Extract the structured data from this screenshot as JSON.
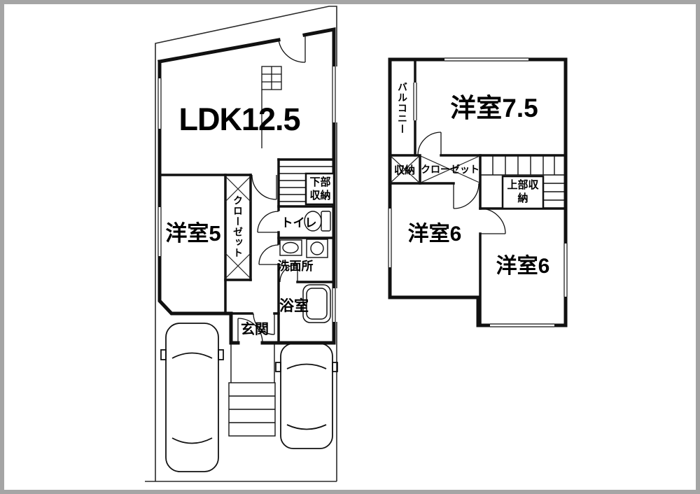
{
  "floor1": {
    "ldk_label": "LDK12.5",
    "room5_label": "洋室5",
    "closet_label": "クローゼット",
    "under_stairs_storage_label": "下部収納",
    "toilet_label": "トイレ",
    "washroom_label": "洗面所",
    "bathroom_label": "浴室",
    "entrance_label": "玄関"
  },
  "floor2": {
    "balcony_label": "バルコニー",
    "room75_label": "洋室7.5",
    "storage_label": "収納",
    "closet_label": "クローゼット",
    "upper_storage_label": "上部収納",
    "room6_left_label": "洋室6",
    "room6_right_label": "洋室6"
  },
  "icons": {
    "car": "car-outline-icon",
    "bathtub": "bathtub-icon",
    "toilet": "toilet-icon",
    "sink": "sink-icon",
    "washing_machine": "washing-machine-icon",
    "stove": "kitchen-stove-icon",
    "stairs": "stair-treads-icon",
    "closet_doors": "closet-x-icon"
  },
  "colors": {
    "line": "#111111",
    "paper": "#ffffff",
    "scan_border": "#a5a5a5"
  }
}
